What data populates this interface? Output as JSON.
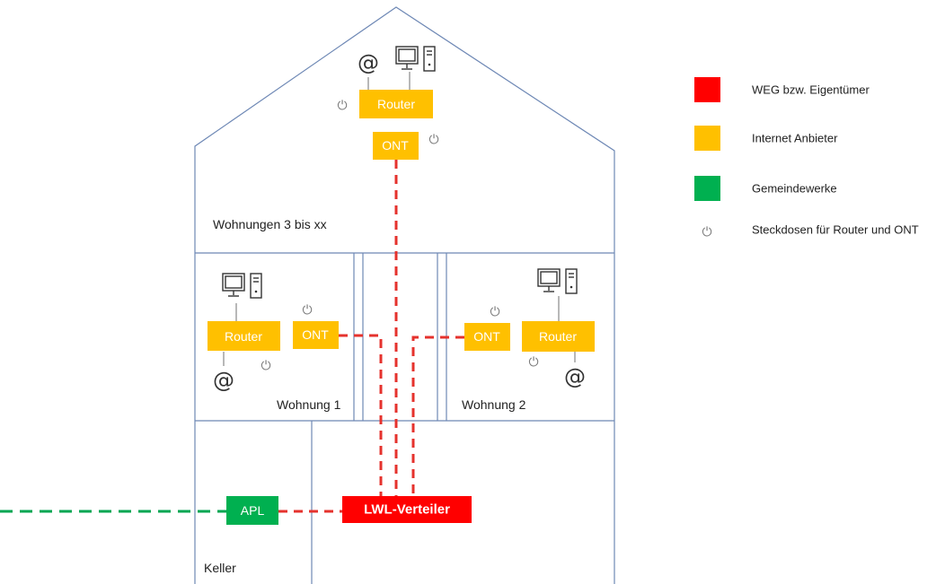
{
  "colors": {
    "weg": "#ff0000",
    "provider": "#ffc000",
    "municipal": "#00b050",
    "wall": "#6e88b5"
  },
  "labels": {
    "router": "Router",
    "ont": "ONT",
    "apl": "APL",
    "lwl": "LWL-Verteiler",
    "at": "@",
    "power": "⏻"
  },
  "areas": {
    "top": "Wohnungen 3 bis xx",
    "flat1": "Wohnung 1",
    "flat2": "Wohnung 2",
    "cellar": "Keller"
  },
  "legend": [
    {
      "color": "#ff0000",
      "text": "WEG bzw. Eigentümer"
    },
    {
      "color": "#ffc000",
      "text": "Internet Anbieter"
    },
    {
      "color": "#00b050",
      "text": "Gemeindewerke"
    },
    {
      "icon": "power-icon",
      "text": "Steckdosen für Router und ONT"
    }
  ]
}
